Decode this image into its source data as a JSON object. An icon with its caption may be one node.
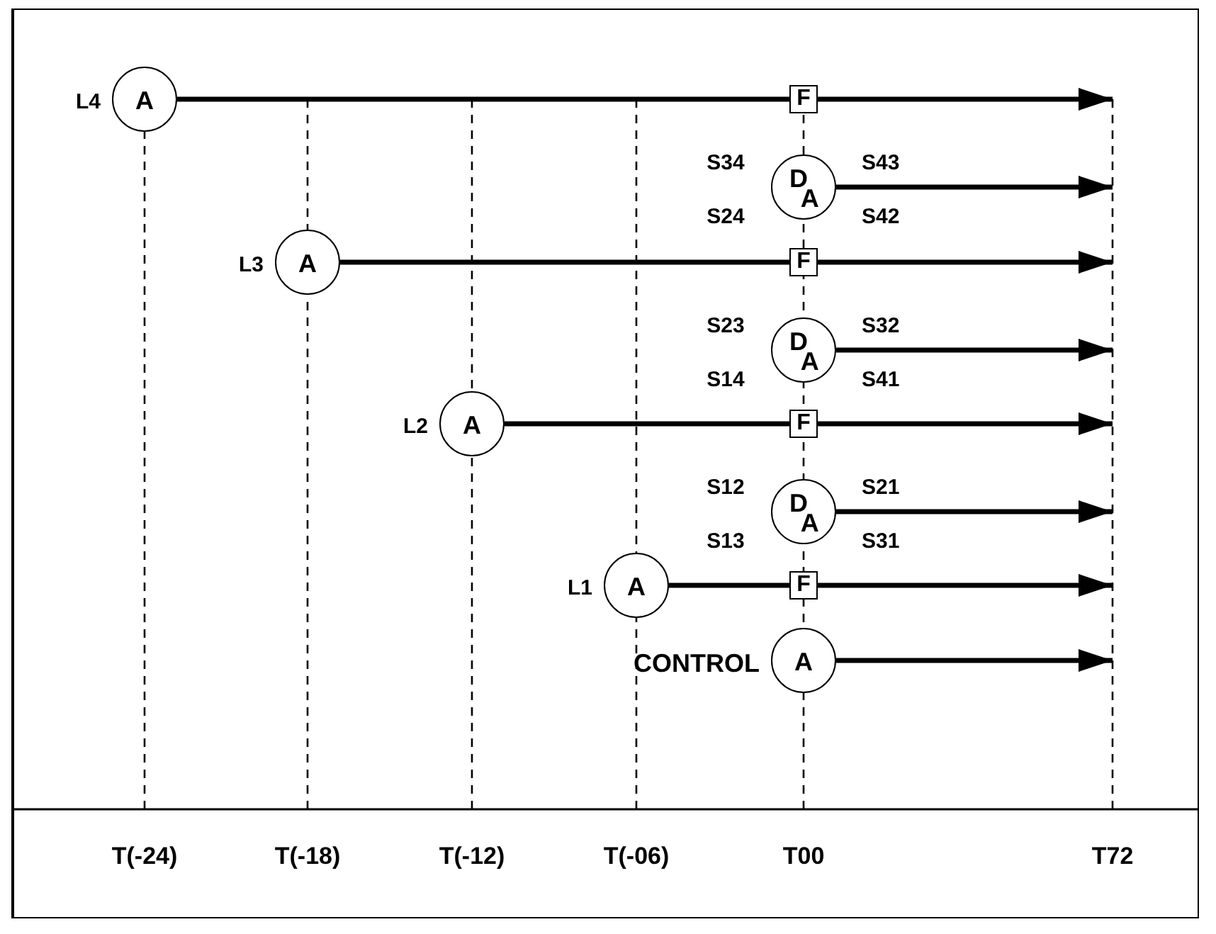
{
  "diagram": {
    "nodes": [
      {
        "text": [
          "A"
        ],
        "beside": [
          "L4"
        ]
      },
      {
        "text": [
          "F"
        ]
      },
      {
        "text": [
          "D",
          "A"
        ],
        "beside": [
          "S34",
          "S24",
          "S43",
          "S42"
        ]
      },
      {
        "text": [
          "A"
        ],
        "beside": [
          "L3"
        ]
      },
      {
        "text": [
          "F"
        ]
      },
      {
        "text": [
          "D",
          "A"
        ],
        "beside": [
          "S23",
          "S14",
          "S32",
          "S41"
        ]
      },
      {
        "text": [
          "A"
        ],
        "beside": [
          "L2"
        ]
      },
      {
        "text": [
          "F"
        ]
      },
      {
        "text": [
          "D",
          "A"
        ],
        "beside": [
          "S12",
          "S13",
          "S21",
          "S31"
        ]
      },
      {
        "text": [
          "A"
        ],
        "beside": [
          "L1"
        ]
      },
      {
        "text": [
          "F"
        ]
      },
      {
        "text": [
          "A"
        ],
        "beside": [
          "CONTROL"
        ]
      }
    ],
    "edges": [
      {
        "from": 0,
        "to": 1,
        "arrow": "none"
      },
      {
        "from": 1,
        "to": null,
        "arrow": "to"
      },
      {
        "from": 2,
        "to": null,
        "arrow": "to"
      },
      {
        "from": 3,
        "to": 4,
        "arrow": "none"
      },
      {
        "from": 4,
        "to": null,
        "arrow": "to"
      },
      {
        "from": 5,
        "to": null,
        "arrow": "to"
      },
      {
        "from": 6,
        "to": 7,
        "arrow": "none"
      },
      {
        "from": 7,
        "to": null,
        "arrow": "to"
      },
      {
        "from": 8,
        "to": null,
        "arrow": "to"
      },
      {
        "from": 9,
        "to": 10,
        "arrow": "none"
      },
      {
        "from": 10,
        "to": null,
        "arrow": "to"
      },
      {
        "from": 11,
        "to": null,
        "arrow": "to"
      }
    ],
    "labels": [
      "T(-24)",
      "T(-18)",
      "T(-12)",
      "T(-06)",
      "T00",
      "T72"
    ]
  }
}
